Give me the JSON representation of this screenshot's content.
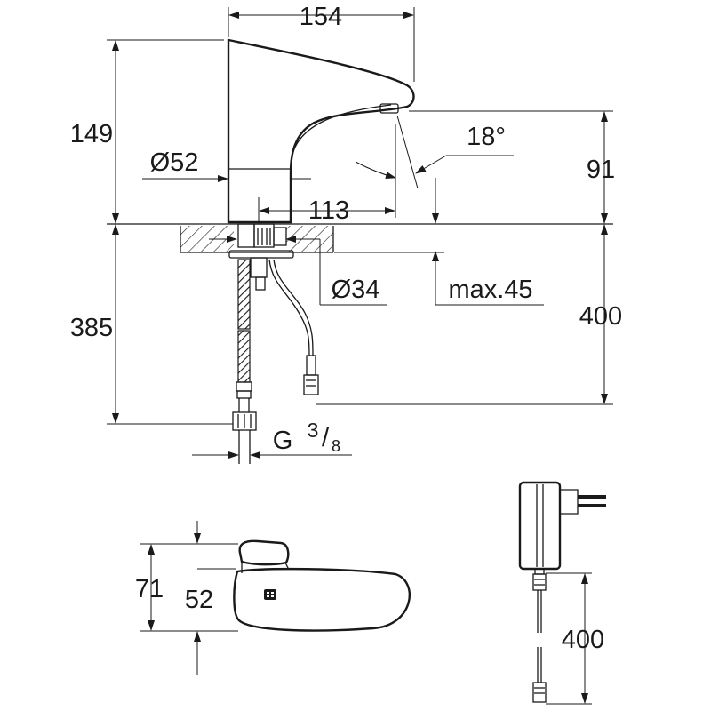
{
  "dimensions": {
    "spout_length": "154",
    "height_above_counter": "149",
    "base_diameter": "Ø52",
    "spout_angle": "18°",
    "spout_outlet_height": "91",
    "base_to_outlet": "113",
    "shank_diameter": "Ø34",
    "max_counter_thickness": "max.45",
    "cable_length": "400",
    "hose_length": "385",
    "thread_letter": "G",
    "thread_numerator": "3",
    "thread_slash": "/",
    "thread_denominator": "8",
    "top_view_height": "71",
    "top_view_inner": "52",
    "adapter_cable_length": "400"
  }
}
